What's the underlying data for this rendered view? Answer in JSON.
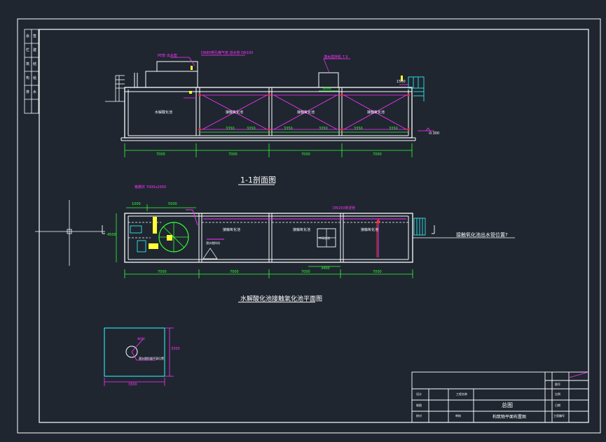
{
  "section_title": "1-1剖面图",
  "plan_title": "水解酸化池接触氧化池平面图",
  "right_note": "接触氧化池出水管位置?",
  "section": {
    "spans": [
      "7000",
      "7000",
      "7000",
      "7000"
    ],
    "room_labels": [
      "水解酸化池",
      "接触氧化池",
      "接触氧化池",
      "接触氧化池"
    ],
    "inner_dims": [
      "3350",
      "3350",
      "3350",
      "3350",
      "3350",
      "3350"
    ],
    "top_dim": "3000",
    "elev_right_top": "1500",
    "elev_right_bottom": "-0.300",
    "top_notes": [
      "PE管 出水管",
      "DN80穿孔曝气管 进水管 DN100",
      "潜水搅拌机 7.5"
    ]
  },
  "plan": {
    "spans": [
      "7000",
      "7000",
      "7000",
      "7000"
    ],
    "top_dims": [
      "1000",
      "5500"
    ],
    "left_dim": "4500",
    "mid_dim": "3400",
    "room_labels": [
      "接触氧化池",
      "接触氧化池",
      "接触氧化池",
      "中间水池",
      "潜水搅拌机"
    ],
    "note_top": "DN150排泥管",
    "note_left": "格栅井 7000x2000"
  },
  "detail": {
    "dim_bottom": "3300",
    "dim_right": "3300",
    "dim_circle": "Φ800",
    "note": "潜水搅拌器平面位置"
  },
  "title_block": {
    "drawing_title": "总图",
    "drawing_name": "构筑物平面布置图",
    "project_label": "工程名称",
    "row_labels": [
      "设计",
      "制图",
      "校对",
      "审核"
    ],
    "right_labels": [
      "图号",
      "比例",
      "日期",
      "工程编号"
    ]
  },
  "side_strip": [
    "会",
    "签",
    "栏",
    "建",
    "筑",
    "结",
    "构",
    "给",
    "排",
    "水"
  ]
}
